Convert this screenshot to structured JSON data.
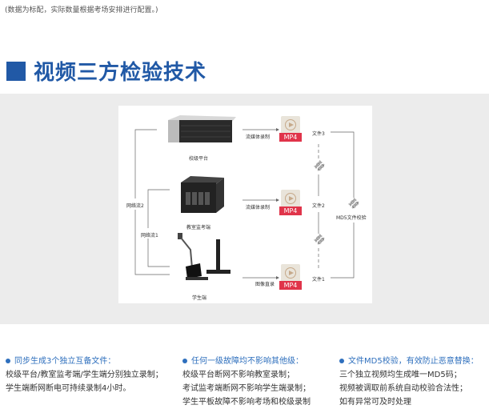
{
  "note": "(数据为标配，实际数量根据考场安排进行配置。)",
  "section_title": "视频三方检验技术",
  "diagram": {
    "devices": [
      "校级平台",
      "教室监考端",
      "学生端"
    ],
    "arrows": [
      "流媒体录制",
      "流媒体录制",
      "图像直录"
    ],
    "files": [
      "文件3",
      "文件2",
      "文件1"
    ],
    "file_tag": "MP4",
    "network_labels": [
      "网络流2",
      "网络流1"
    ],
    "md5_label": "MD5文件校验"
  },
  "features": [
    {
      "heading": "同步生成3个独立互备文件：",
      "lines": [
        "校级平台/教室监考端/学生端分别独立录制；",
        "学生端断网断电可持续录制4小时。"
      ]
    },
    {
      "heading": "任何一级故障均不影响其他级：",
      "lines": [
        "校级平台断网不影响教室录制；",
        "考试监考端断网不影响学生端录制；",
        "学生平板故障不影响考场和校级录制"
      ]
    },
    {
      "heading": "文件MD5校验，有效防止恶意替换：",
      "lines": [
        "三个独立视频均生成唯一MD5码；",
        "视频被调取前系统自动校验合法性；",
        "如有异常可及时处理"
      ]
    }
  ]
}
